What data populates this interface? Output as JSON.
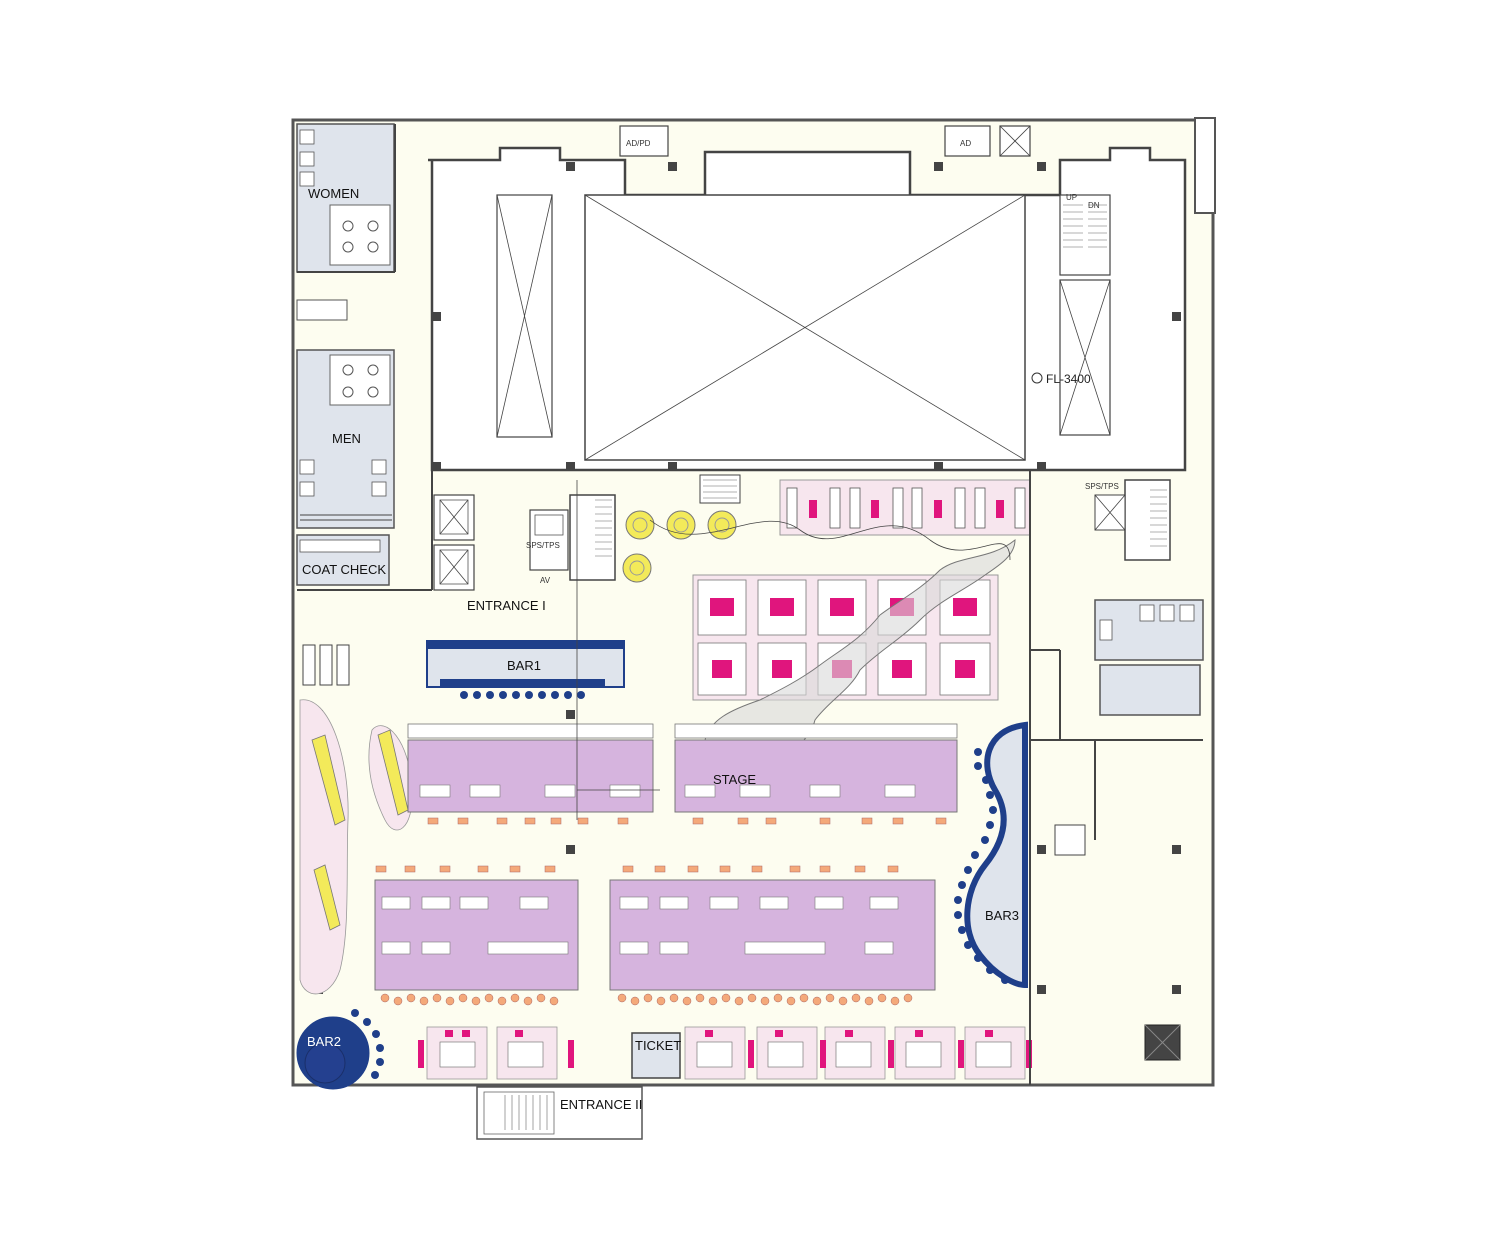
{
  "labels": {
    "women": "WOMEN",
    "men": "MEN",
    "coat_check": "COAT CHECK",
    "entrance_1": "ENTRANCE I",
    "entrance_2": "ENTRANCE II",
    "bar1": "BAR1",
    "bar2": "BAR2",
    "bar3": "BAR3",
    "stage": "STAGE",
    "ticket": "TICKET",
    "ad_pd": "AD/PD",
    "ad": "AD",
    "sps_tps_left": "SPS/TPS",
    "sps_tps_right": "SPS/TPS",
    "av": "AV",
    "up": "UP",
    "dn": "DN",
    "fl_mark": "FL-3400"
  },
  "colors": {
    "floor": "#fdfdf0",
    "toilet_room": "#dfe4ec",
    "bar_blue": "#1f3f8a",
    "lilac_table": "#d6b4de",
    "magenta_seat": "#e0157d",
    "pink_zone": "#f7e6ee",
    "yellow_pod": "#f3ea5a",
    "orange_stool": "#f4a97a",
    "wall": "#555555"
  }
}
